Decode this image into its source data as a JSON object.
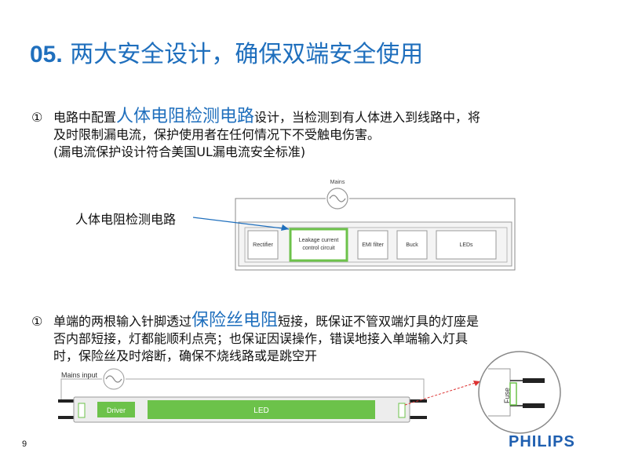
{
  "title": {
    "num": "05.",
    "text": "两大安全设计，确保双端安全使用"
  },
  "item1": {
    "marker": "①",
    "pre": "电路中配置",
    "highlight": "人体电阻检测电路",
    "post": "设计，当检测到有人体进入到线路中，将",
    "line2": "及时限制漏电流，保护使用者在任何情况下不受触电伤害。",
    "line3": "(漏电流保护设计符合美国UL漏电流安全标准)"
  },
  "diagram1": {
    "label": "人体电阻检测电路",
    "mains": "Mains",
    "blocks": [
      "Rectifier",
      "Leakage current",
      "control circuit",
      "EMI filter",
      "Buck",
      "LEDs"
    ]
  },
  "item2": {
    "marker": "①",
    "pre": "单端的两根输入针脚透过",
    "highlight": "保险丝电阻",
    "post": "短接，既保证不管双端灯具的灯座是",
    "line2": "否内部短接，灯都能顺利点亮；也保证因误操作，错误地接入单端输入灯具",
    "line3": "时，保险丝及时熔断，确保不烧线路或是跳空开"
  },
  "diagram2": {
    "mains": "Mains input",
    "driver": "Driver",
    "led": "LED",
    "fuse": "Fuse"
  },
  "footer": {
    "page": "9",
    "logo": "PHILIPS"
  }
}
